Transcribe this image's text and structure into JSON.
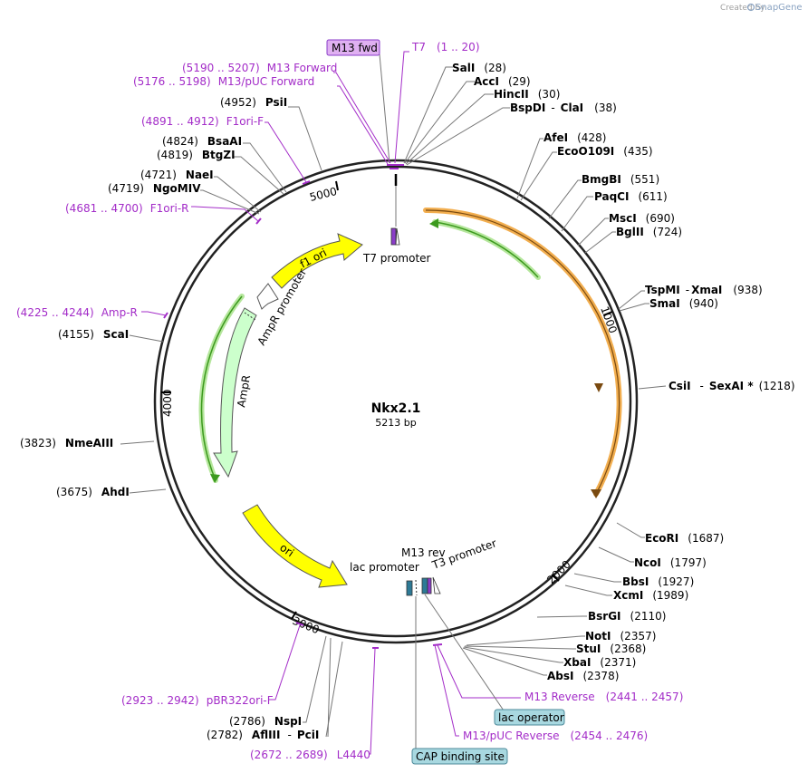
{
  "header": {
    "created_by": "Created by",
    "brand": "SnapGene"
  },
  "plasmid": {
    "name": "Nkx2.1",
    "size": "5213 bp"
  },
  "ticks": [
    "1000",
    "2000",
    "3000",
    "4000",
    "5000"
  ],
  "sites_right": [
    {
      "name": "SalI",
      "pos": "(28)"
    },
    {
      "name": "AccI",
      "pos": "(29)"
    },
    {
      "name": "HincII",
      "pos": "(30)"
    },
    {
      "name": "BspDI",
      "sep": "-",
      "name2": "ClaI",
      "pos": "(38)"
    },
    {
      "name": "AfeI",
      "pos": "(428)"
    },
    {
      "name": "EcoO109I",
      "pos": "(435)"
    },
    {
      "name": "BmgBI",
      "pos": "(551)"
    },
    {
      "name": "PaqCI",
      "pos": "(611)"
    },
    {
      "name": "MscI",
      "pos": "(690)"
    },
    {
      "name": "BglII",
      "pos": "(724)"
    },
    {
      "name": "TspMI",
      "sep": "-",
      "name2": "XmaI",
      "pos": "(938)"
    },
    {
      "name": "SmaI",
      "pos": "(940)"
    },
    {
      "name": "CsiI",
      "sep": "-",
      "name2": "SexAI *",
      "pos": "(1218)"
    },
    {
      "name": "EcoRI",
      "pos": "(1687)"
    },
    {
      "name": "NcoI",
      "pos": "(1797)"
    },
    {
      "name": "BbsI",
      "pos": "(1927)"
    },
    {
      "name": "XcmI",
      "pos": "(1989)"
    },
    {
      "name": "BsrGI",
      "pos": "(2110)"
    },
    {
      "name": "NotI",
      "pos": "(2357)"
    },
    {
      "name": "StuI",
      "pos": "(2368)"
    },
    {
      "name": "XbaI",
      "pos": "(2371)"
    },
    {
      "name": "AbsI",
      "pos": "(2378)"
    }
  ],
  "sites_left": [
    {
      "name": "PsiI",
      "pos": "(4952)"
    },
    {
      "name": "BsaAI",
      "pos": "(4824)"
    },
    {
      "name": "BtgZI",
      "pos": "(4819)"
    },
    {
      "name": "NaeI",
      "pos": "(4721)"
    },
    {
      "name": "NgoMIV",
      "pos": "(4719)"
    },
    {
      "name": "ScaI",
      "pos": "(4155)"
    },
    {
      "name": "NmeAIII",
      "pos": "(3823)"
    },
    {
      "name": "AhdI",
      "pos": "(3675)"
    },
    {
      "name": "NspI",
      "pos": "(2786)"
    },
    {
      "name": "AflIII",
      "sep": "-",
      "name2": "PciI",
      "pos": "(2782)"
    }
  ],
  "primers": [
    {
      "name": "M13 fwd",
      "boxed": true
    },
    {
      "name": "T7",
      "range": "(1 .. 20)"
    },
    {
      "name": "M13 Forward",
      "range": "(5190 .. 5207)"
    },
    {
      "name": "M13/pUC Forward",
      "range": "(5176 .. 5198)"
    },
    {
      "name": "F1ori-F",
      "range": "(4891 .. 4912)"
    },
    {
      "name": "F1ori-R",
      "range": "(4681 .. 4700)"
    },
    {
      "name": "Amp-R",
      "range": "(4225 .. 4244)"
    },
    {
      "name": "pBR322ori-F",
      "range": "(2923 .. 2942)"
    },
    {
      "name": "L4440",
      "range": "(2672 .. 2689)"
    },
    {
      "name": "M13 Reverse",
      "range": "(2441 .. 2457)"
    },
    {
      "name": "M13/pUC Reverse",
      "range": "(2454 .. 2476)"
    }
  ],
  "boxed_features": [
    {
      "name": "lac operator"
    },
    {
      "name": "CAP binding site"
    }
  ],
  "features": [
    {
      "name": "f1 ori"
    },
    {
      "name": "AmpR promoter"
    },
    {
      "name": "AmpR"
    },
    {
      "name": "ori"
    },
    {
      "name": "T7 promoter"
    },
    {
      "name": "M13 rev"
    },
    {
      "name": "T3 promoter"
    },
    {
      "name": "lac promoter"
    }
  ],
  "colors": {
    "primer": "#a32cc8",
    "yellow_feature": "#ffff00",
    "ampr": "#ccffcc",
    "orf_orange": "#f0a030",
    "orf_green": "#3c9a1e",
    "lac_box": "#a8d8e0"
  }
}
